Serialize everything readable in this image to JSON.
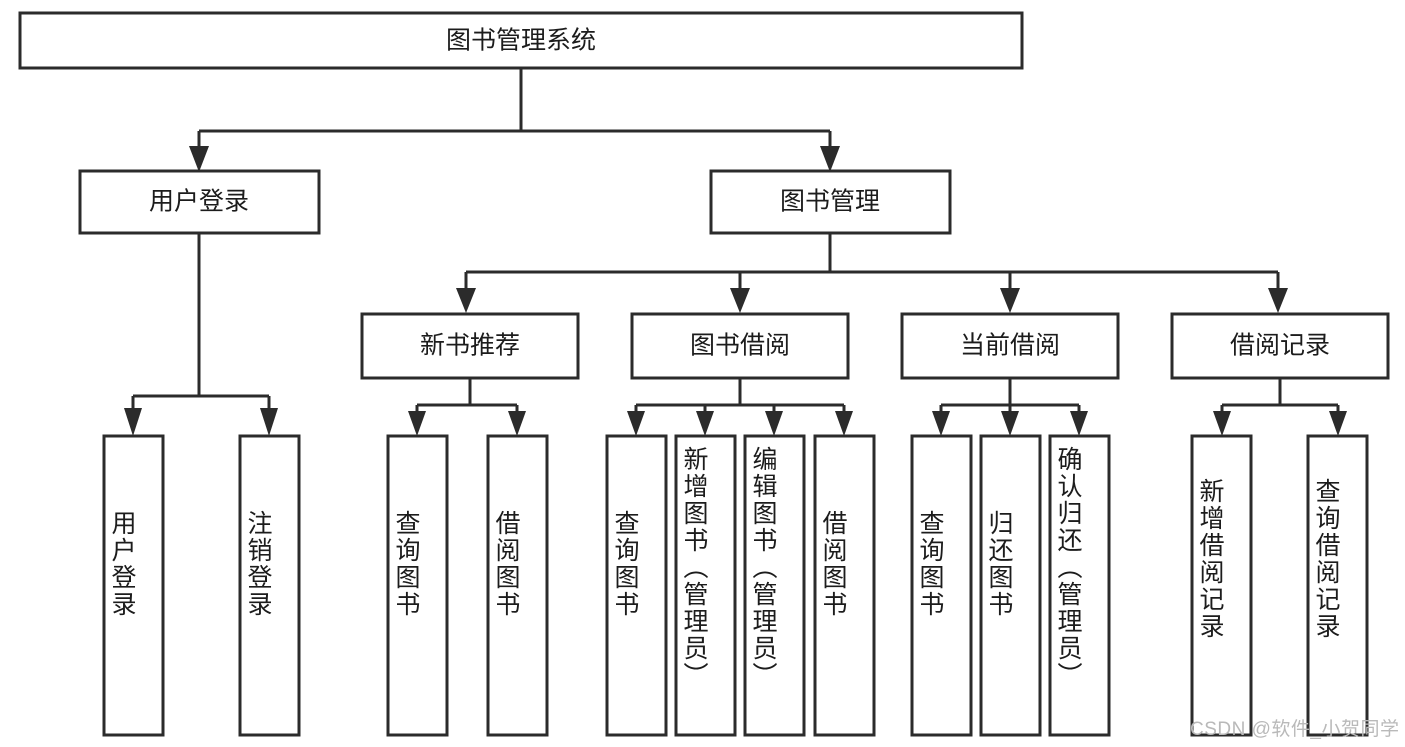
{
  "diagram": {
    "title": "图书管理系统",
    "type": "hierarchy-tree",
    "root": {
      "id": "root",
      "label": "图书管理系统"
    },
    "level2": [
      {
        "id": "user-login",
        "label": "用户登录"
      },
      {
        "id": "book-management",
        "label": "图书管理"
      }
    ],
    "level3": [
      {
        "id": "new-book-recommend",
        "label": "新书推荐",
        "parent": "book-management"
      },
      {
        "id": "book-borrow",
        "label": "图书借阅",
        "parent": "book-management"
      },
      {
        "id": "current-borrow",
        "label": "当前借阅",
        "parent": "book-management"
      },
      {
        "id": "borrow-record",
        "label": "借阅记录",
        "parent": "book-management"
      }
    ],
    "leaves": [
      {
        "id": "leaf-user-login",
        "label": "用户登录",
        "parent": "user-login"
      },
      {
        "id": "leaf-logout-login",
        "label": "注销登录",
        "parent": "user-login"
      },
      {
        "id": "leaf-query-book-1",
        "label": "查询图书",
        "parent": "new-book-recommend"
      },
      {
        "id": "leaf-borrow-book-1",
        "label": "借阅图书",
        "parent": "new-book-recommend"
      },
      {
        "id": "leaf-query-book-2",
        "label": "查询图书",
        "parent": "book-borrow"
      },
      {
        "id": "leaf-add-book",
        "label": "新增图书（管理员）",
        "parent": "book-borrow"
      },
      {
        "id": "leaf-edit-book",
        "label": "编辑图书（管理员）",
        "parent": "book-borrow"
      },
      {
        "id": "leaf-borrow-book-2",
        "label": "借阅图书",
        "parent": "book-borrow"
      },
      {
        "id": "leaf-query-book-3",
        "label": "查询图书",
        "parent": "current-borrow"
      },
      {
        "id": "leaf-return-book",
        "label": "归还图书",
        "parent": "current-borrow"
      },
      {
        "id": "leaf-confirm-return",
        "label": "确认归还（管理员）",
        "parent": "current-borrow"
      },
      {
        "id": "leaf-add-record",
        "label": "新增借阅记录",
        "parent": "borrow-record"
      },
      {
        "id": "leaf-query-record",
        "label": "查询借阅记录",
        "parent": "borrow-record"
      }
    ],
    "colors": {
      "stroke": "#2b2b2b",
      "fill": "#ffffff",
      "text": "#1c1c1c",
      "watermark": "#b9b9b9",
      "background": "#ffffff"
    }
  },
  "watermark": {
    "text": "CSDN @软件_小贺同学"
  }
}
